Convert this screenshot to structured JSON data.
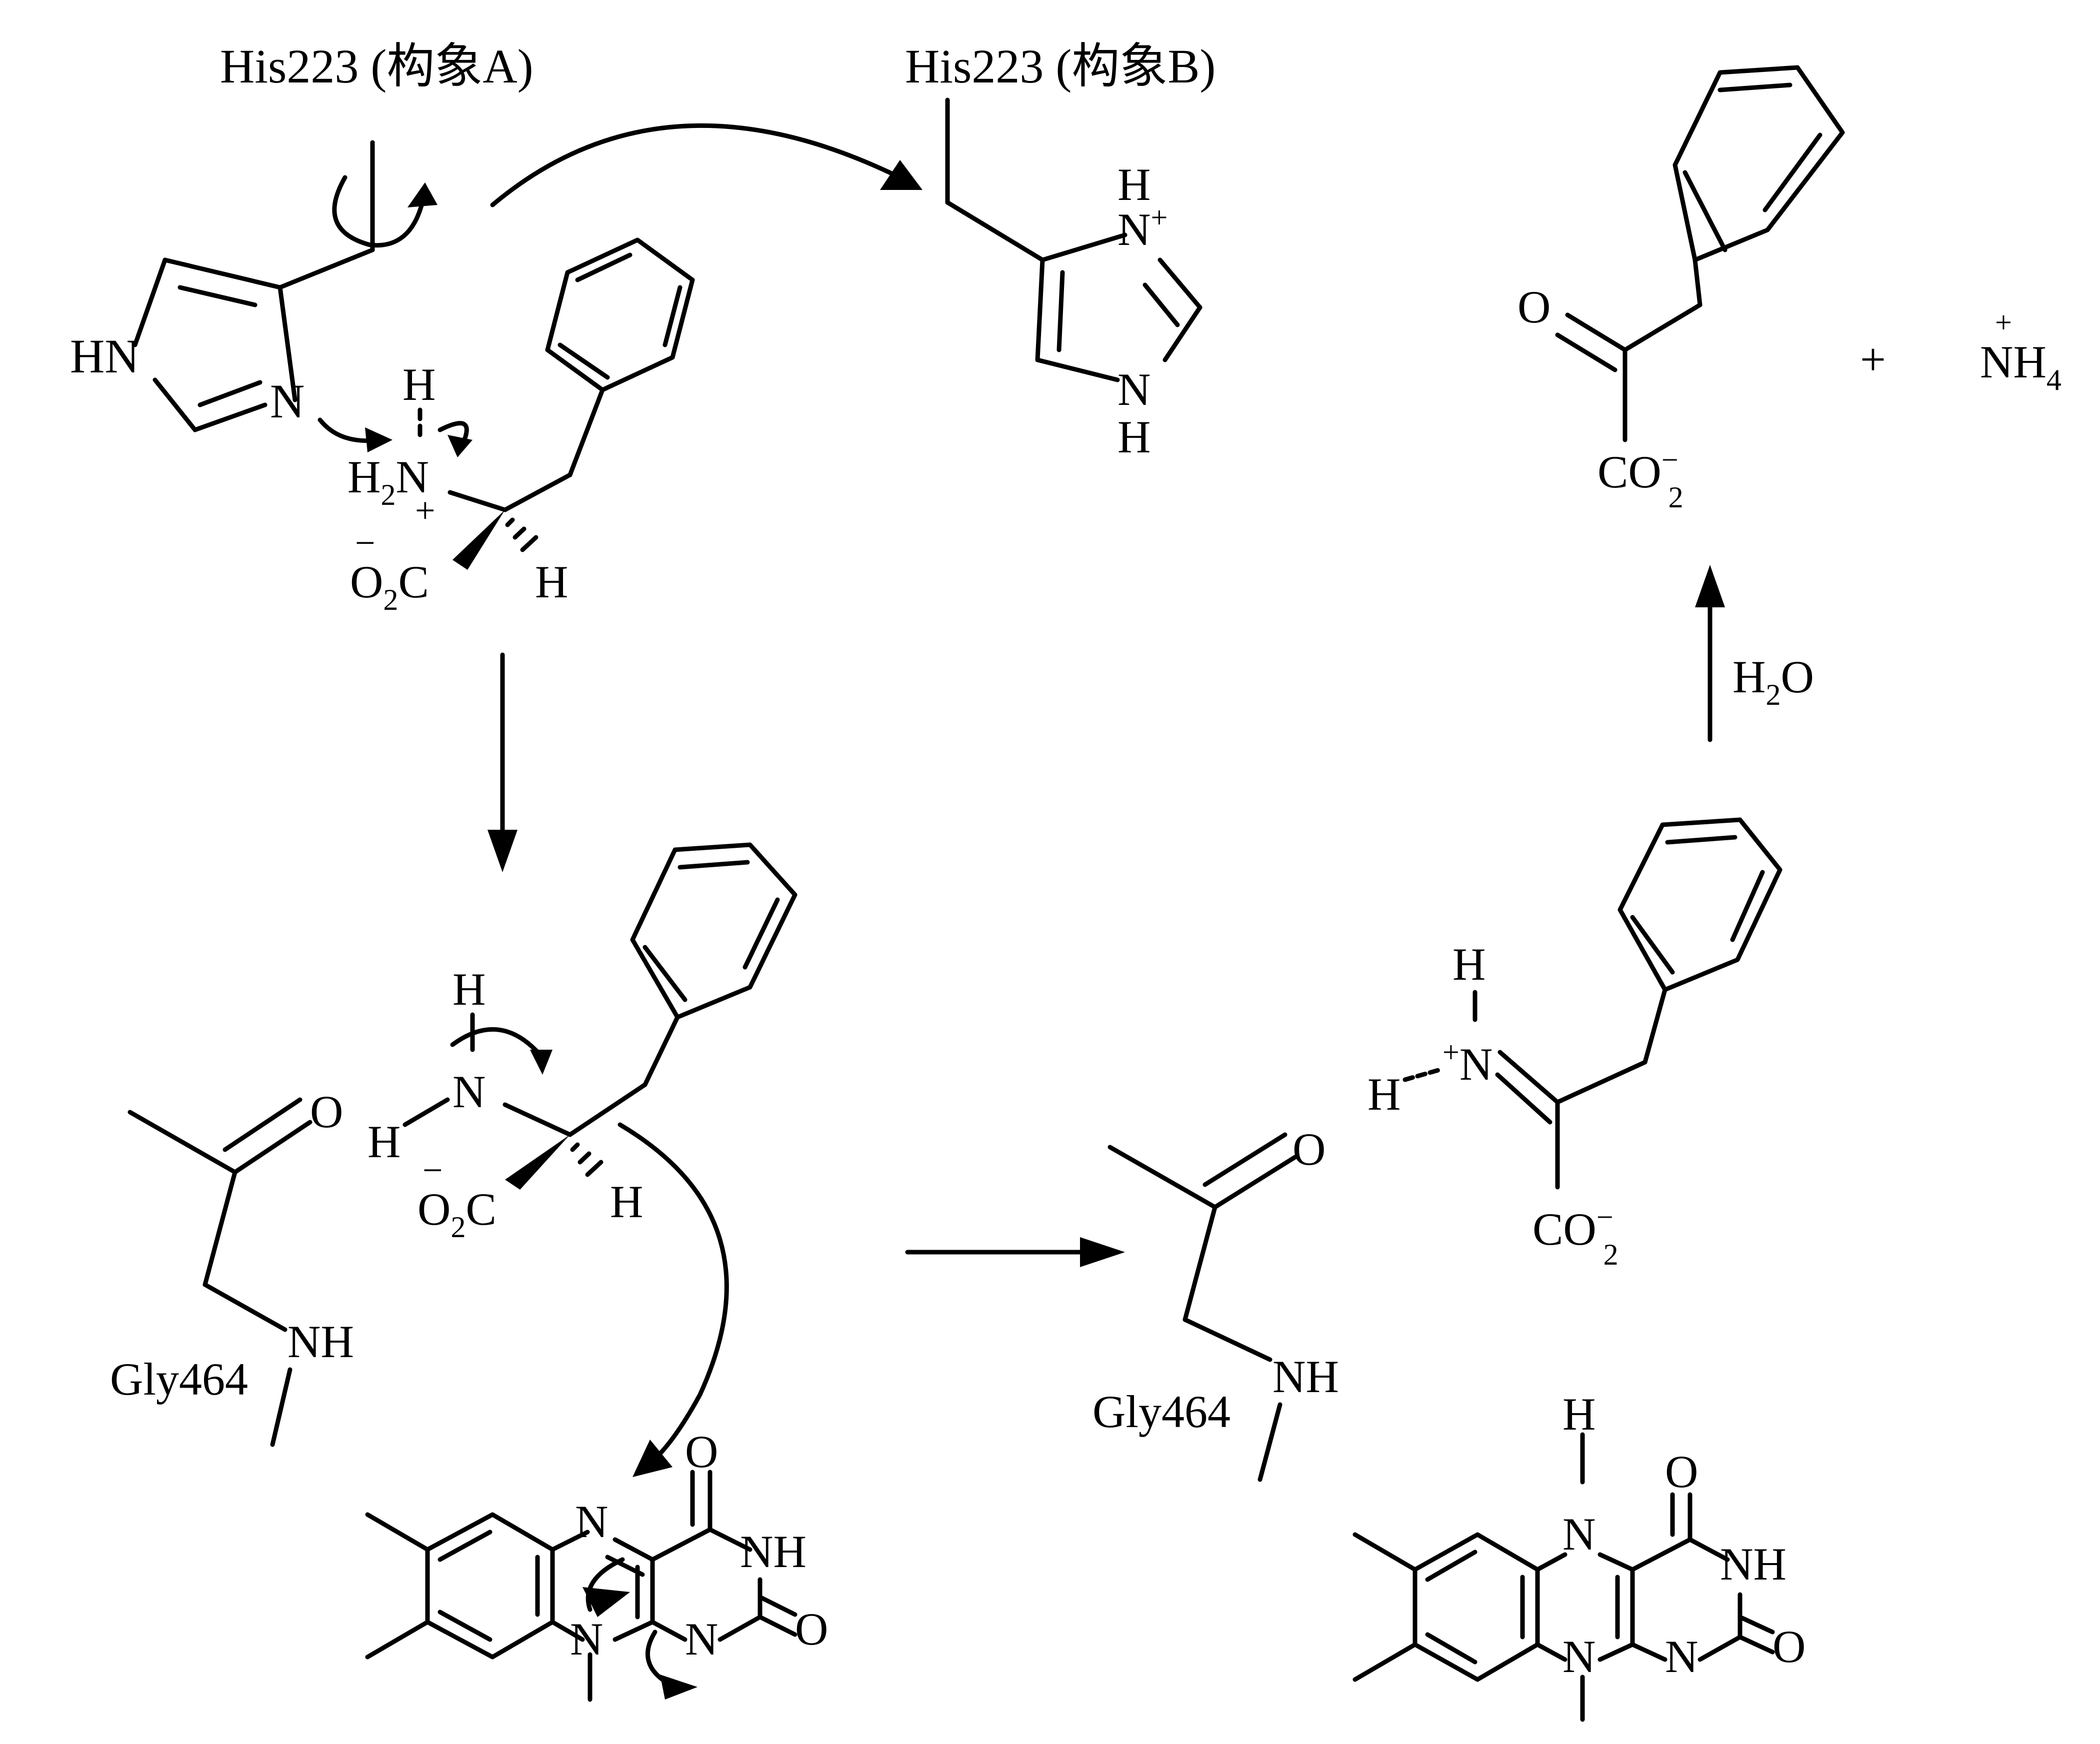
{
  "labels": {
    "his_a_title": "His223 (构象A)",
    "his_b_title": "His223 (构象B)",
    "hn": "HN",
    "n": "N",
    "h": "H",
    "h2": "H",
    "sub2": "2",
    "n_plus": "+",
    "minus": "−",
    "o": "O",
    "c": "C",
    "co": "CO",
    "nh": "NH",
    "h4": "H",
    "sub4": "4",
    "plus": "+",
    "h2o": "H",
    "h2o_o": "O",
    "gly": "Gly464"
  },
  "colors": {
    "ink": "#000000",
    "background": "#ffffff"
  }
}
